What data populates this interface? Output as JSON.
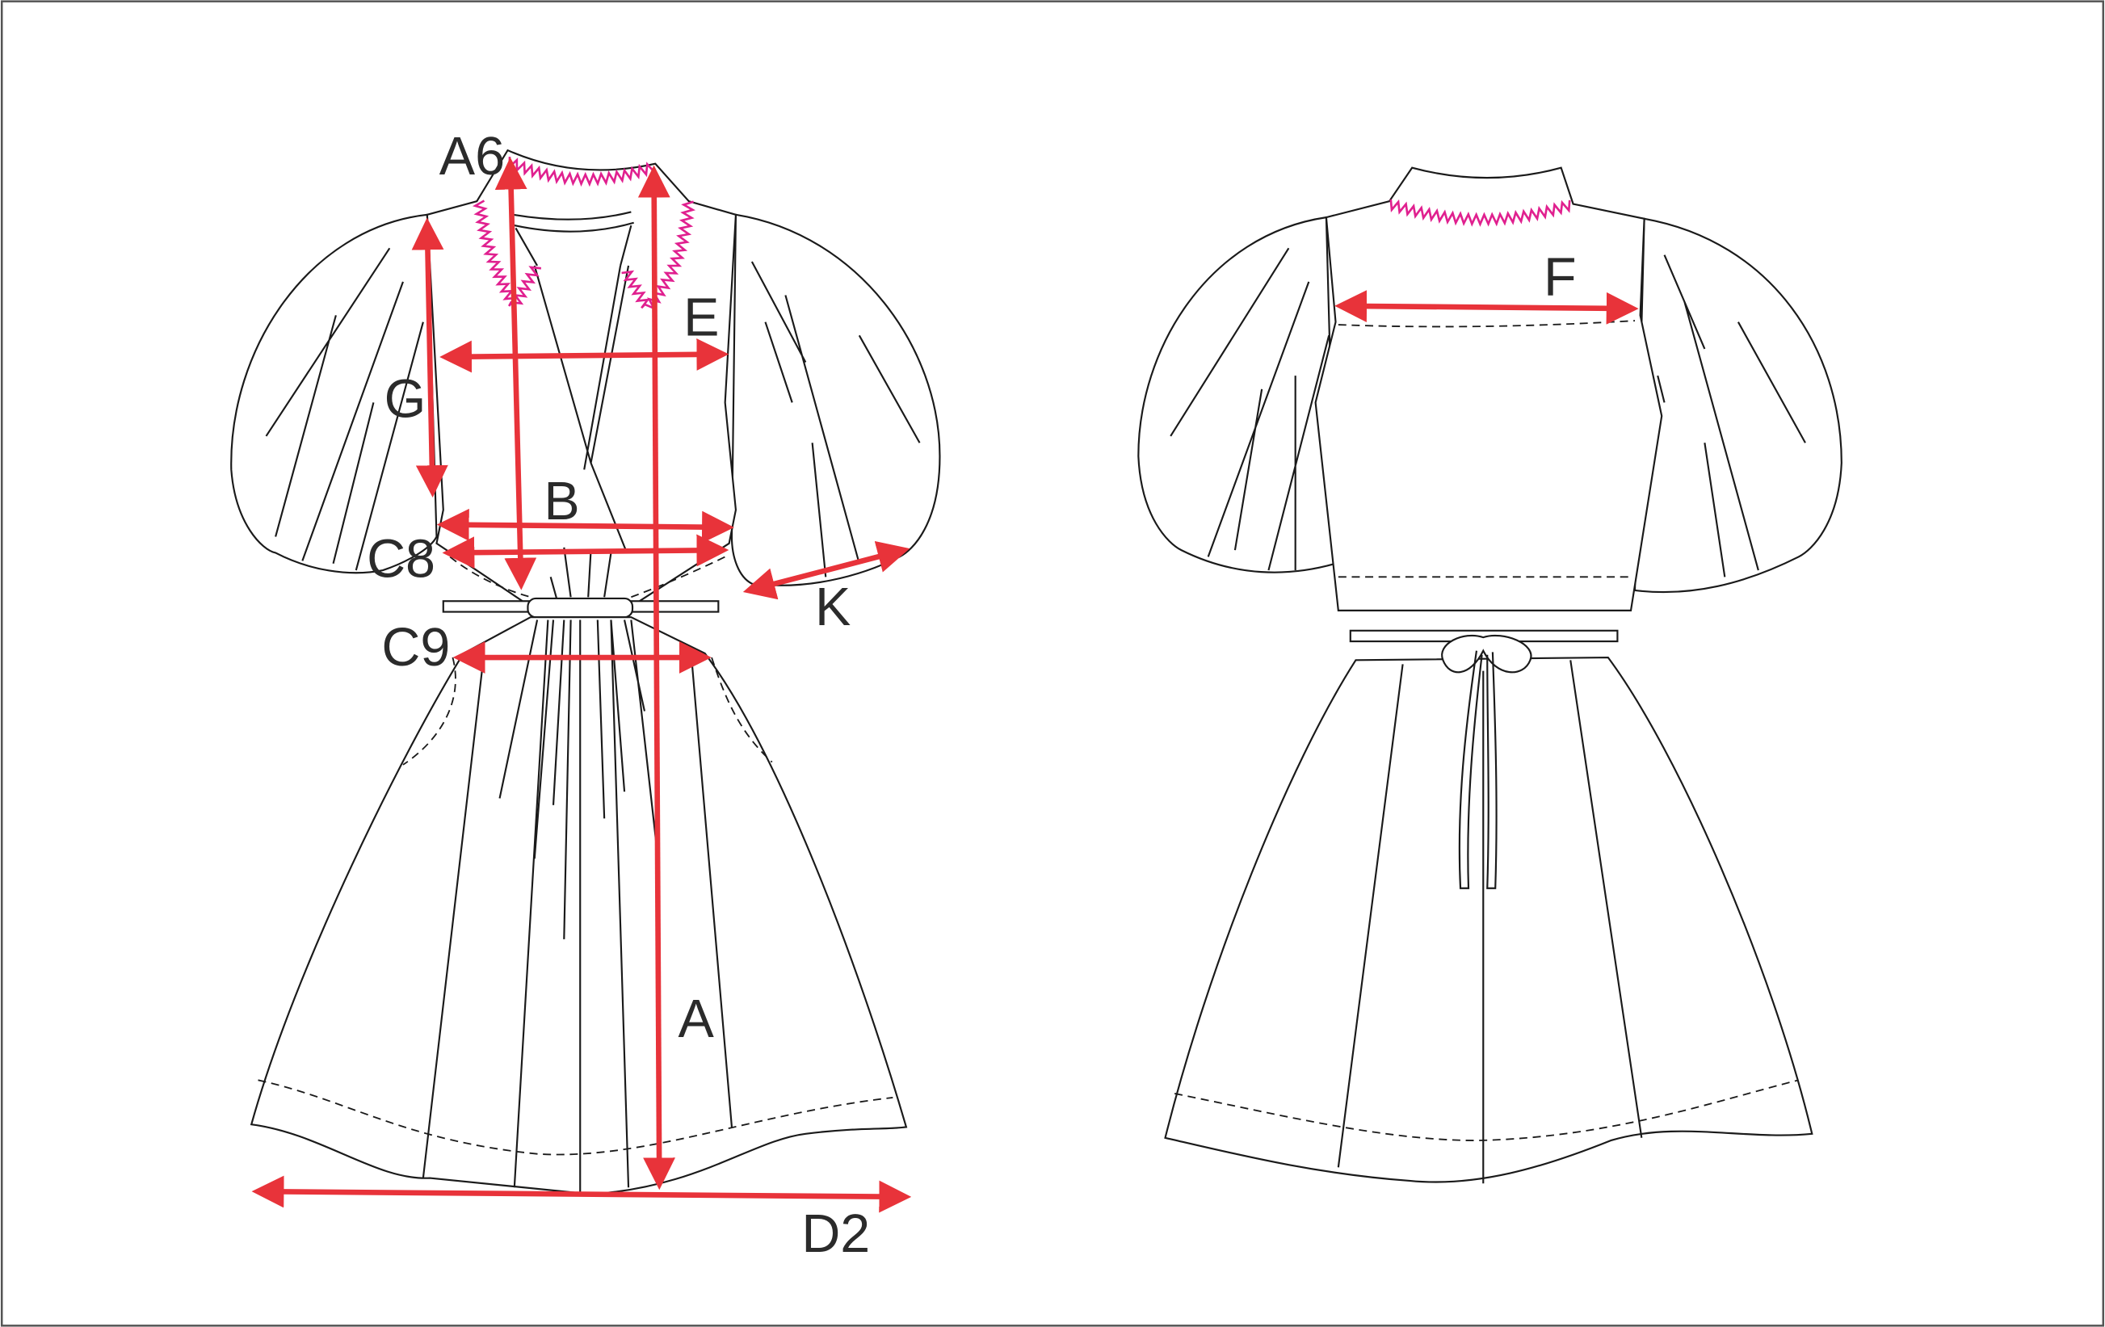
{
  "colors": {
    "measure_arrow": "#e8333a",
    "stitch": "#e0208f",
    "line": "#1a1a1a",
    "label": "#2b2b2b"
  },
  "labels": {
    "A6": "A6",
    "G": "G",
    "E": "E",
    "B": "B",
    "C8": "C8",
    "C9": "C9",
    "K": "K",
    "A": "A",
    "D2": "D2",
    "F": "F"
  }
}
